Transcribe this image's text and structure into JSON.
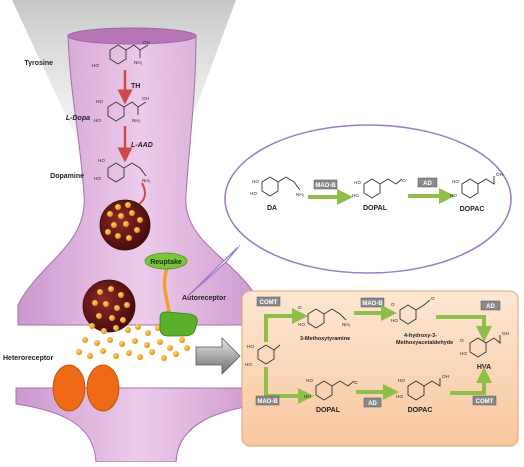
{
  "labels": {
    "tyrosine": "Tyrosine",
    "th": "TH",
    "l_dopa": "L-Dopa",
    "l_aad": "L-AAD",
    "dopamine": "Dopamine",
    "reuptake": "Reuptake",
    "autoreceptor": "Autoreceptor",
    "heteroreceptor": "Heteroreceptor"
  },
  "bubble": {
    "mao_b": "MAO-B",
    "ad": "AD",
    "da": "DA",
    "dopal": "DOPAL",
    "dopac": "DOPAC"
  },
  "metabolism": {
    "comt_top": "COMT",
    "mao_b_top": "MAO-B",
    "ad_top": "AD",
    "methoxytyramine": "3-Methoxytyramine",
    "aldehyde_line1": "4-hydroxy-3-",
    "aldehyde_line2": "Methoxyacetaldehyde",
    "hva": "HVA",
    "mao_b_bottom": "MAO-B",
    "dopal": "DOPAL",
    "ad_bottom": "AD",
    "dopac": "DOPAC",
    "comt_bottom": "COMT"
  },
  "chem": {
    "ho": "HO",
    "oh": "OH",
    "nh2": "NH₂",
    "o": "O"
  },
  "colors": {
    "neuron": "#d8a9d6",
    "neuron_edge": "#a066a3",
    "enzyme_arrow": "#d14848",
    "pathway_arrow": "#8fbf4a",
    "vesicle": "#6e1818",
    "dopamine_dot": "#f0a030",
    "receptor_orange": "#ef6a14",
    "autoreceptor_green": "#5ab02a",
    "panel_orange": "#fbd7b6",
    "enzyme_box": "#8a8a8a",
    "bubble_border": "#9b79c6"
  }
}
